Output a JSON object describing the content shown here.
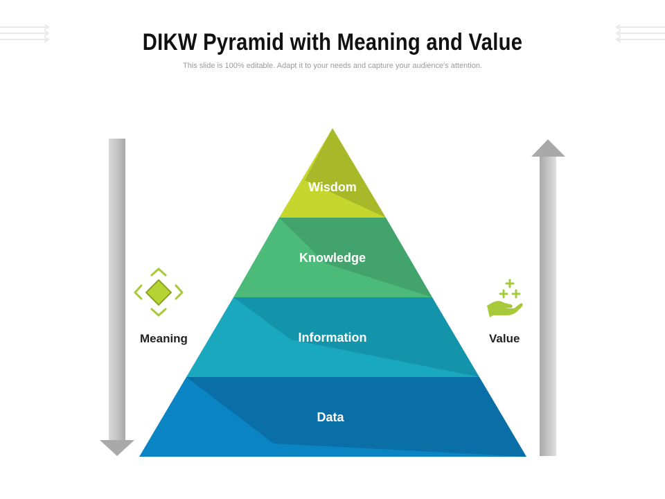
{
  "title": "DIKW Pyramid with Meaning and Value",
  "subtitle": "This slide is 100% editable. Adapt it to your needs and capture your audience's attention.",
  "pyramid": {
    "tiers": [
      {
        "label": "Wisdom",
        "color": "#c5d62e",
        "shade": "#8ea325"
      },
      {
        "label": "Knowledge",
        "color": "#4cbb7a",
        "shade": "#3a8f63"
      },
      {
        "label": "Information",
        "color": "#1aa8bf",
        "shade": "#0d7f95"
      },
      {
        "label": "Data",
        "color": "#0a84c2",
        "shade": "#0b5f91"
      }
    ]
  },
  "meaning": {
    "label": "Meaning",
    "icon": "diamond-focus-icon",
    "color": "#a7c93a"
  },
  "value": {
    "label": "Value",
    "icon": "hand-plus-icon",
    "color": "#a7c93a"
  },
  "arrows": {
    "meaning_direction": "down",
    "value_direction": "up",
    "color": "#b8b8b8"
  }
}
